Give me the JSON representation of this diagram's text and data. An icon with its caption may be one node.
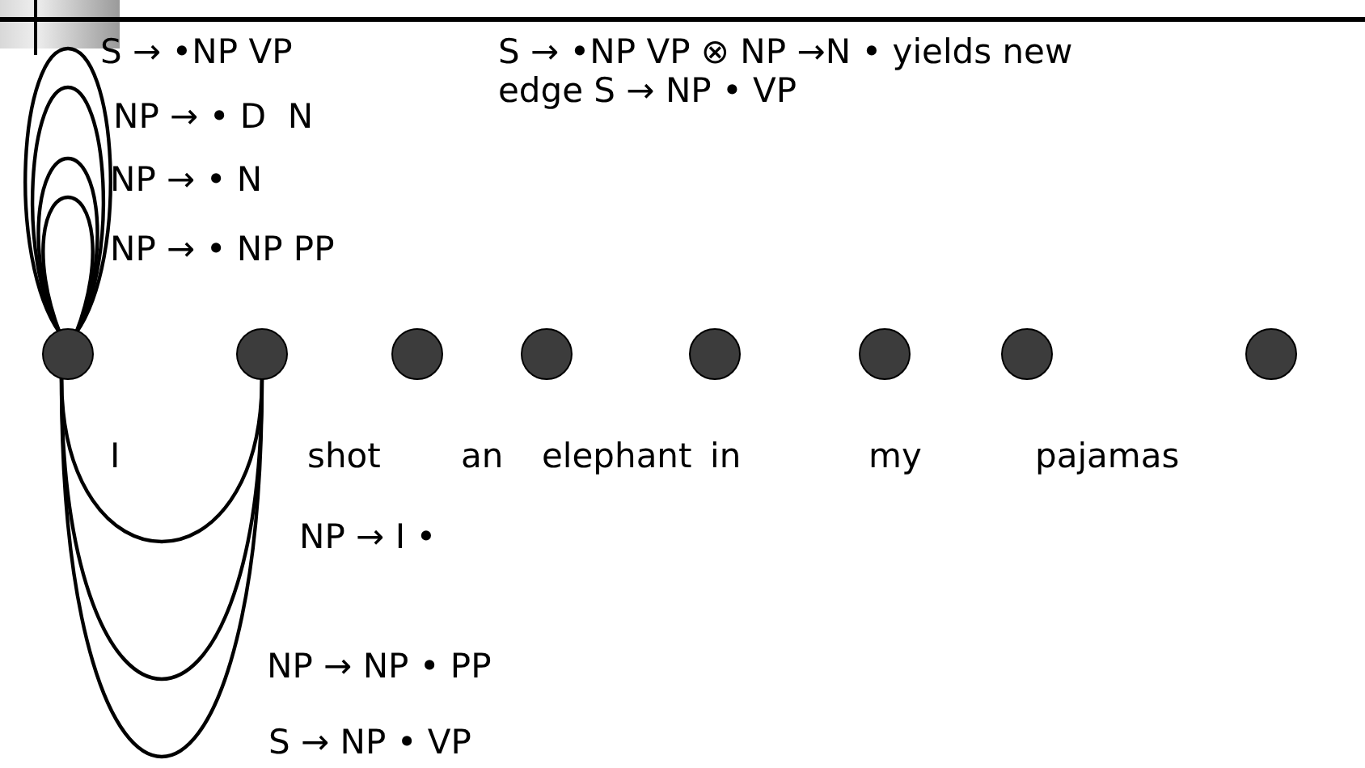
{
  "diagram": {
    "nodes": [
      {
        "text": [],
        "shape": "circle"
      },
      {
        "text": [],
        "shape": "circle"
      },
      {
        "text": [],
        "shape": "circle"
      },
      {
        "text": [],
        "shape": "circle"
      },
      {
        "text": [],
        "shape": "circle"
      },
      {
        "text": [],
        "shape": "circle"
      },
      {
        "text": [],
        "shape": "circle"
      },
      {
        "text": [],
        "shape": "circle"
      }
    ],
    "edges": [
      {
        "from": 0,
        "to": 0,
        "arrow": "none",
        "label": "S → •NP VP"
      },
      {
        "from": 0,
        "to": 0,
        "arrow": "none",
        "label": "NP → • D  N"
      },
      {
        "from": 0,
        "to": 0,
        "arrow": "none",
        "label": "NP → • N"
      },
      {
        "from": 0,
        "to": 0,
        "arrow": "none",
        "label": "NP → • NP PP"
      },
      {
        "from": 0,
        "to": 1,
        "arrow": "none",
        "label": "NP → I •"
      },
      {
        "from": 0,
        "to": 1,
        "arrow": "none",
        "label": "NP → NP • PP"
      },
      {
        "from": 0,
        "to": 1,
        "arrow": "none",
        "label": "S → NP • VP"
      }
    ],
    "labels": [
      "S → •NP VP ⊗ NP →N • yields new edge S → NP • VP",
      "I",
      "shot",
      "an",
      "elephant",
      "in",
      "my",
      "pajamas"
    ]
  }
}
